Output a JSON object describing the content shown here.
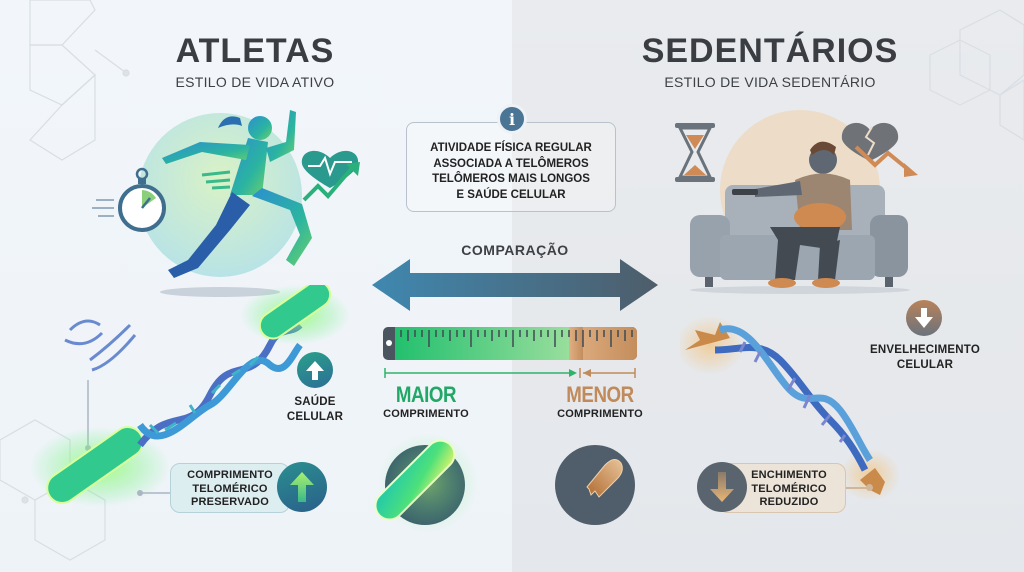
{
  "left": {
    "title": "ATLETAS",
    "subtitle": "ESTILO DE VIDA ATIVO",
    "badge_health": {
      "line1": "SAÚDE",
      "line2": "CELULAR",
      "icon": "arrow-up-icon"
    },
    "badge_telomere": {
      "line1": "COMPRIMENTO",
      "line2": "TELOMÉRICO",
      "line3": "PRESERVADO",
      "icon": "arrow-up-icon"
    },
    "colors": {
      "accent": "#2fb36b",
      "blue": "#2f7fa6",
      "teal": "#1f8f88"
    }
  },
  "right": {
    "title": "SEDENTÁRIOS",
    "subtitle": "ESTILO DE VIDA SEDENTÁRIO",
    "badge_aging": {
      "line1": "ENVELHECIMENTO",
      "line2": "CELULAR",
      "icon": "arrow-down-icon"
    },
    "badge_telomere": {
      "line1": "ENCHIMENTO",
      "line2": "TELOMÉRICO",
      "line3": "REDUZIDO",
      "icon": "arrow-down-icon"
    },
    "colors": {
      "accent": "#c08a5a",
      "gray": "#5c6670"
    }
  },
  "center": {
    "info": {
      "icon": "info-icon",
      "lines": [
        "ATIVIDADE FÍSICA REGULAR",
        "ASSOCIADA A TELÔMEROS",
        "TELÔMEROS MAIS LONGOS",
        "E SAÚDE CELULAR"
      ]
    },
    "comparison_label": "COMPARAÇÃO",
    "ruler": {
      "long_label": "MAIOR",
      "long_sub": "COMPRIMENTO",
      "short_label": "MENOR",
      "short_sub": "COMPRIMENTO",
      "long_color": "#2fb36b",
      "short_color": "#c08a5a"
    }
  }
}
